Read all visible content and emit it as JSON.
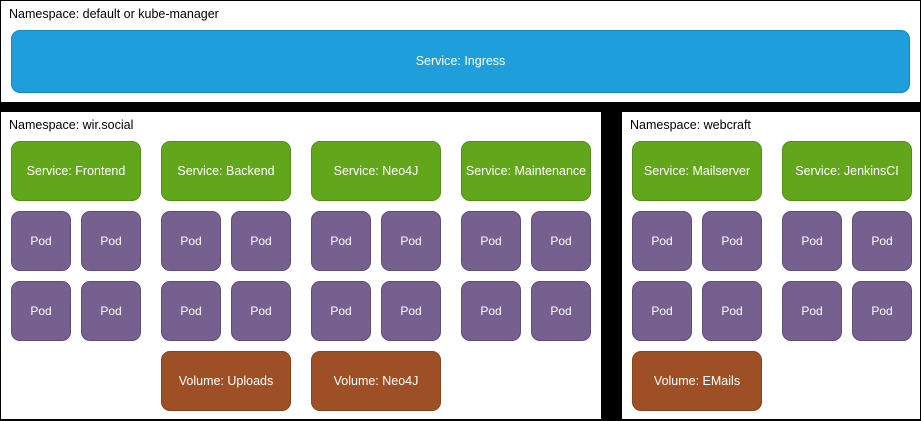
{
  "diagram": {
    "type": "kubernetes-architecture",
    "colors": {
      "background": "#000000",
      "panel": "#ffffff",
      "ingress": "#1E9FDC",
      "service": "#62A61B",
      "pod": "#76608F",
      "volume": "#9E4F26",
      "text_on_node": "#ffffff",
      "text_label": "#000000"
    },
    "pod_label": "Pod"
  },
  "namespaces": [
    {
      "id": "top",
      "title": "Namespace: default or kube-manager",
      "ingress": {
        "label": "Service: Ingress"
      },
      "groups": []
    },
    {
      "id": "left",
      "title": "Namespace: wir.social",
      "groups": [
        {
          "service": "Service: Frontend",
          "pods": [
            "Pod",
            "Pod",
            "Pod",
            "Pod"
          ],
          "volume": null
        },
        {
          "service": "Service: Backend",
          "pods": [
            "Pod",
            "Pod",
            "Pod",
            "Pod"
          ],
          "volume": "Volume: Uploads"
        },
        {
          "service": "Service: Neo4J",
          "pods": [
            "Pod",
            "Pod",
            "Pod",
            "Pod"
          ],
          "volume": "Volume: Neo4J"
        },
        {
          "service": "Service: Maintenance",
          "pods": [
            "Pod",
            "Pod",
            "Pod",
            "Pod"
          ],
          "volume": null
        }
      ]
    },
    {
      "id": "right",
      "title": "Namespace: webcraft",
      "groups": [
        {
          "service": "Service: Mailserver",
          "pods": [
            "Pod",
            "Pod",
            "Pod",
            "Pod"
          ],
          "volume": "Volume: EMails"
        },
        {
          "service": "Service: JenkinsCI",
          "pods": [
            "Pod",
            "Pod",
            "Pod",
            "Pod"
          ],
          "volume": null
        }
      ]
    }
  ]
}
